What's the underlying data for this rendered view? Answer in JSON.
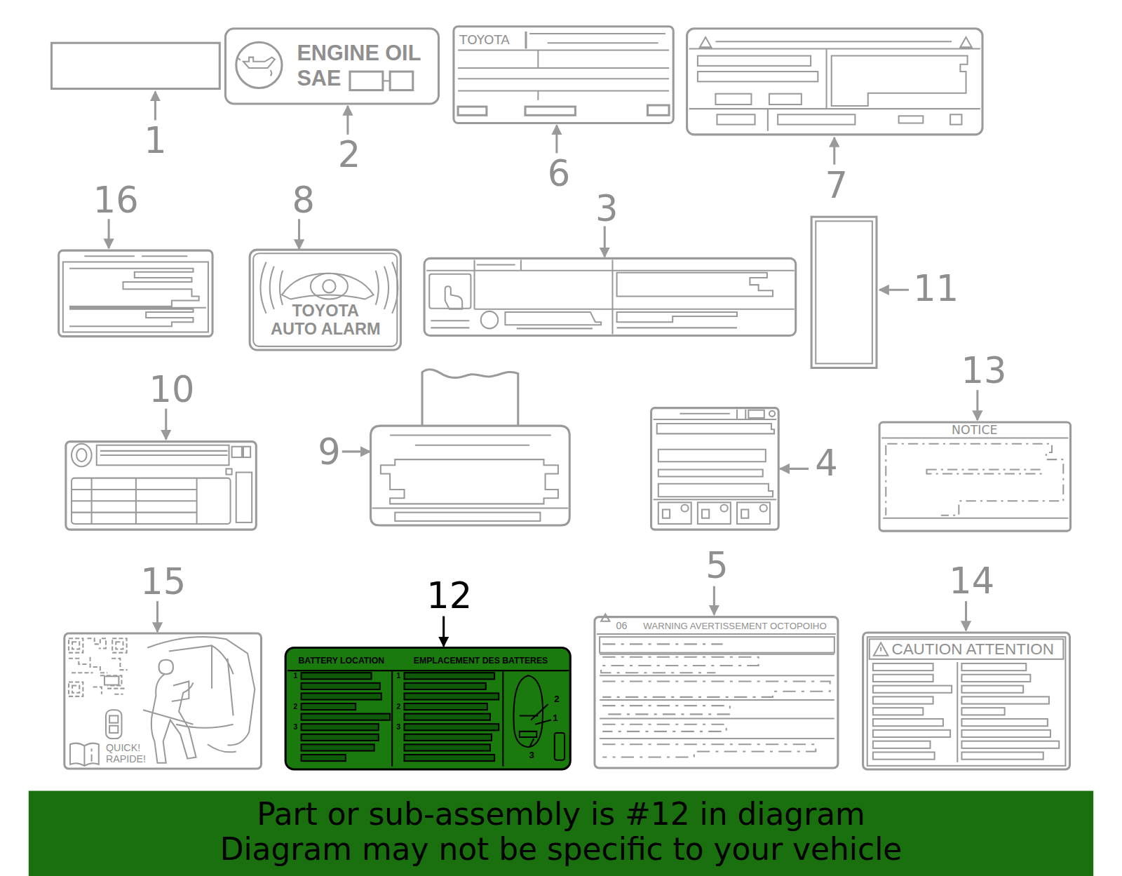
{
  "diagram": {
    "nodes": [
      {
        "text": [
          "ENGINE OIL",
          "SAE"
        ]
      },
      {
        "text": [
          "TOYOTA"
        ]
      },
      {
        "text": [
          "TOYOTA AUTO ALARM"
        ]
      },
      {
        "text": [
          "NOTICE"
        ]
      },
      {
        "text": [
          "QUICK! RAPIDE!"
        ]
      },
      {
        "text": [
          "BATTERY LOCATION",
          "EMPLACEMENT DES BATTERES",
          "1",
          "2",
          "3",
          "1",
          "2",
          "3",
          "2",
          "1",
          "3"
        ]
      },
      {
        "text": [
          "06",
          "WARNING AVERTISSEMENT OCTOPOIHO"
        ]
      },
      {
        "text": [
          "CAUTION ATTENTION"
        ]
      },
      {
        "text": [
          "Part or sub-assembly is #12 in diagram",
          "Diagram may not be specific to your vehicle"
        ]
      }
    ],
    "labels": [
      "1",
      "2",
      "6",
      "7",
      "16",
      "8",
      "3",
      "11",
      "10",
      "9",
      "4",
      "13",
      "15",
      "12",
      "5",
      "14"
    ]
  }
}
